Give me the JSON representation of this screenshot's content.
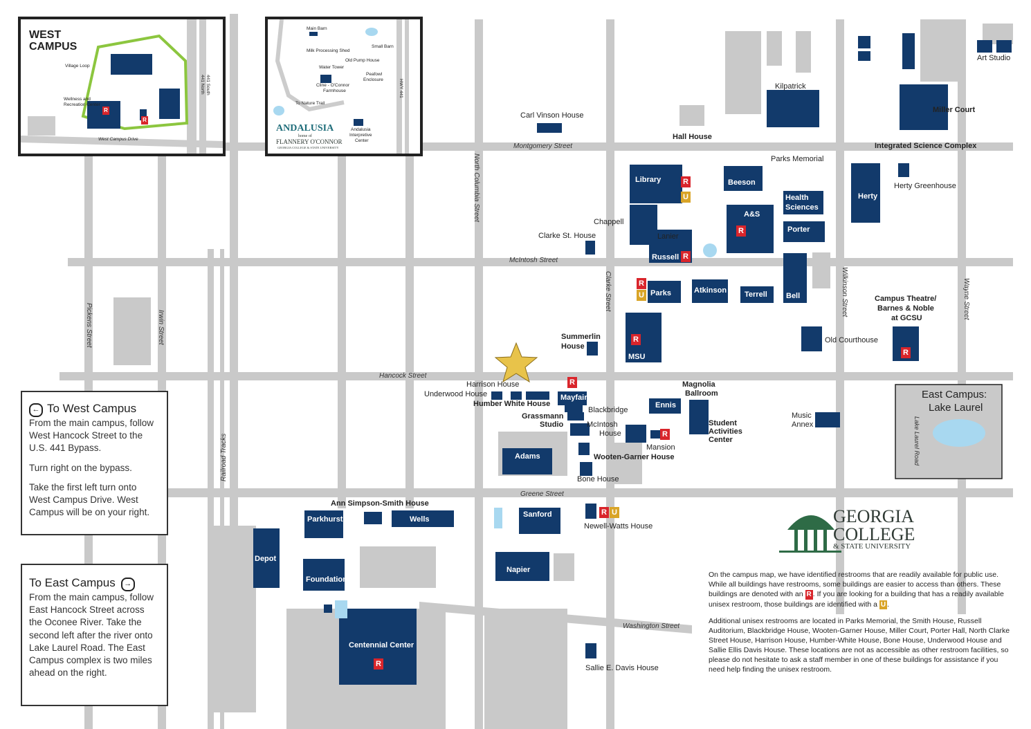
{
  "colors": {
    "road": "#c9c9c9",
    "building": "#123a6b",
    "restroom_r": "#d9252b",
    "restroom_u": "#d9a427",
    "green_loop": "#8cc63f",
    "water": "#a8d8f0",
    "logo_green": "#2e6b46"
  },
  "streets": {
    "montgomery": "Montgomery Street",
    "mcintosh": "McIntosh Street",
    "hancock": "Hancock Street",
    "greene": "Greene Street",
    "washington": "Washington Street",
    "north_columbia": "North Columbia Street",
    "clarke": "Clarke Street",
    "wilkinson": "Wilkinson Street",
    "wayne": "Wayne Street",
    "pickens": "Pickens Street",
    "irwin": "Irwin Street",
    "railroad": "Railroad Tracks",
    "lake_laurel": "Lake Laurel Road"
  },
  "buildings": {
    "art_studio": "Art Studio",
    "kilpatrick": "Kilpatrick",
    "miller_court": "Miller Court",
    "carl_vinson": "Carl Vinson House",
    "hall_house": "Hall House",
    "integrated_science": "Integrated Science Complex",
    "parks_memorial": "Parks Memorial",
    "library": "Library",
    "beeson": "Beeson",
    "health_sciences_1": "Health",
    "health_sciences_2": "Sciences",
    "herty": "Herty",
    "herty_greenhouse": "Herty Greenhouse",
    "chappell": "Chappell",
    "as": "A&S",
    "porter": "Porter",
    "clarke_st_house": "Clarke St. House",
    "lanier": "Lanier",
    "russell": "Russell",
    "parks": "Parks",
    "atkinson": "Atkinson",
    "terrell": "Terrell",
    "bell": "Bell",
    "campus_theatre_1": "Campus Theatre/",
    "campus_theatre_2": "Barnes & Noble",
    "campus_theatre_3": "at GCSU",
    "summerlin_1": "Summerlin",
    "summerlin_2": "House",
    "msu": "MSU",
    "old_courthouse": "Old Courthouse",
    "harrison": "Harrison House",
    "underwood": "Underwood House",
    "humber_white": "Humber White House",
    "mayfair": "Mayfair",
    "magnolia_1": "Magnolia",
    "magnolia_2": "Ballroom",
    "ennis": "Ennis",
    "blackbridge": "Blackbridge",
    "grassmann_1": "Grassmann",
    "grassmann_2": "Studio",
    "mcintosh_house_1": "McIntosh",
    "mcintosh_house_2": "House",
    "mansion": "Mansion",
    "student_activities_1": "Student",
    "student_activities_2": "Activities",
    "student_activities_3": "Center",
    "music_annex_1": "Music",
    "music_annex_2": "Annex",
    "adams": "Adams",
    "wooten_garner": "Wooten-Garner House",
    "bone_house": "Bone House",
    "ann_simpson_smith": "Ann Simpson-Smith House",
    "parkhurst": "Parkhurst",
    "wells": "Wells",
    "sanford": "Sanford",
    "newell_watts": "Newell-Watts House",
    "depot": "Depot",
    "foundation": "Foundation",
    "napier": "Napier",
    "centennial": "Centennial Center",
    "sallie_davis": "Sallie E. Davis House"
  },
  "east_campus": {
    "title_1": "East Campus:",
    "title_2": "Lake Laurel"
  },
  "west_inset": {
    "title_1": "WEST",
    "title_2": "CAMPUS",
    "village_loop": "Village Loop",
    "wellness_1": "Wellness and",
    "wellness_2": "Recreation Center",
    "drive": "West Campus Drive",
    "hwy_north": "441 North",
    "hwy_south": "441 South"
  },
  "andalusia_inset": {
    "main_barn": "Main Barn",
    "small_barn": "Small Barn",
    "milk_shed": "Milk Processing Shed",
    "old_pump": "Old Pump House",
    "water_tower": "Water Tower",
    "peafowl_1": "Peafowl",
    "peafowl_2": "Enclosure",
    "cline_1": "Cline - O'Connor",
    "cline_2": "Farmhouse",
    "nature_trail": "To Nature Trail",
    "hwy": "HWY 441",
    "interp_1": "Andalusia",
    "interp_2": "Interpretive",
    "interp_3": "Center",
    "logo_1": "ANDALUSIA",
    "logo_2": "home of",
    "logo_3": "FLANNERY O'CONNOR",
    "logo_4": "GEORGIA COLLEGE & STATE UNIVERSITY"
  },
  "directions_west": {
    "title": "To West Campus",
    "p1": "From the main campus, follow West Hancock Street to the U.S. 441 Bypass.",
    "p2": "Turn right on the bypass.",
    "p3": "Take the first left turn onto West Campus Drive. West Campus will be on your right."
  },
  "directions_east": {
    "title": "To East Campus",
    "p1": "From the main campus, follow  East Hancock Street across the Oconee River. Take the second left after the river onto Lake Laurel Road. The East Campus complex is two miles ahead on the right."
  },
  "logo": {
    "line1": "GEORGIA",
    "line2": "COLLEGE",
    "line3": "& STATE UNIVERSITY"
  },
  "legend": {
    "p1a": "On the campus map, we have identified restrooms that are readily available for public use. While all buildings have restrooms, some buildings are easier to access than others. These buildings are denoted with an",
    "r_symbol": "R",
    "p1b": ". If you are looking for a building that has a readily available unisex restroom, those buildings are identified with a",
    "u_symbol": "U",
    "p1c": ".",
    "p2": "Additional unisex restrooms are located in Parks Memorial, the Smith House, Russell Auditorium, Blackbridge House, Wooten-Garner House, Miller Court, Porter Hall, North Clarke Street House, Harrison House, Humber-White House, Bone House, Underwood House and Sallie Ellis Davis House. These locations are not as accessible as other restroom facilities, so please do not hesitate to ask a staff member in one of these buildings for assistance if you need help finding the unisex restroom."
  },
  "restroom_marks": {
    "r": "R",
    "u": "U"
  }
}
